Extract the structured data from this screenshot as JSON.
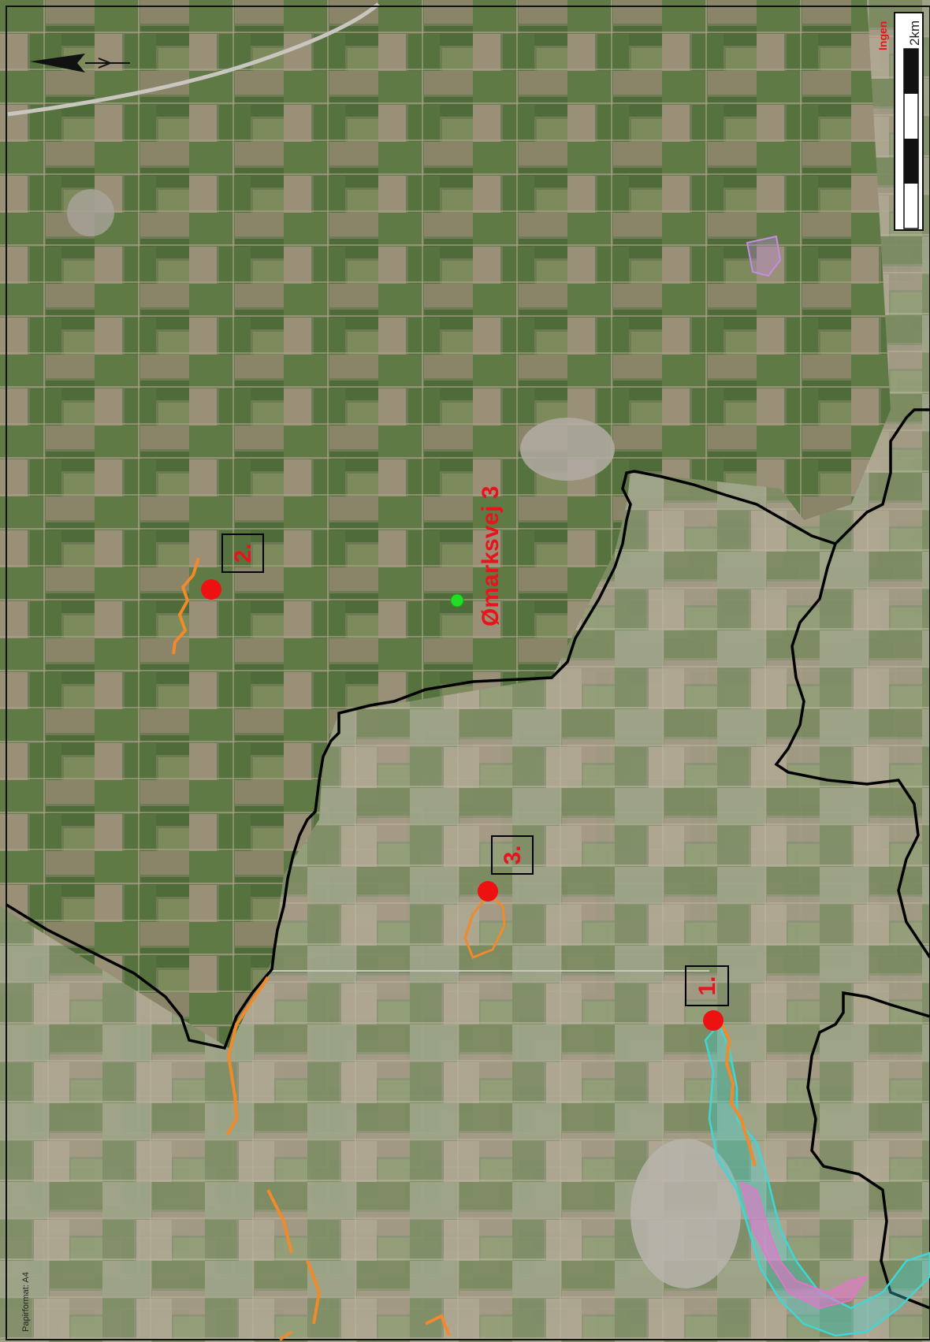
{
  "map": {
    "address_label": "Ømarksvej 3",
    "paper_format": "Papirformat: A4",
    "legend_top_right": "Ingen",
    "scale_bar_label": "2km",
    "sites": [
      {
        "number": "1."
      },
      {
        "number": "2."
      },
      {
        "number": "3."
      }
    ]
  },
  "colors": {
    "site_marker": "#ee1111",
    "address_marker": "#22dd22",
    "boundary": "#000000",
    "stream_buffer_orange": "#f08a2a",
    "protected_area_cyan": "#3fd6d6",
    "protected_area_pink": "#ef6fd0",
    "protected_area_violet": "#c58de0",
    "label_red": "#e8141b"
  }
}
